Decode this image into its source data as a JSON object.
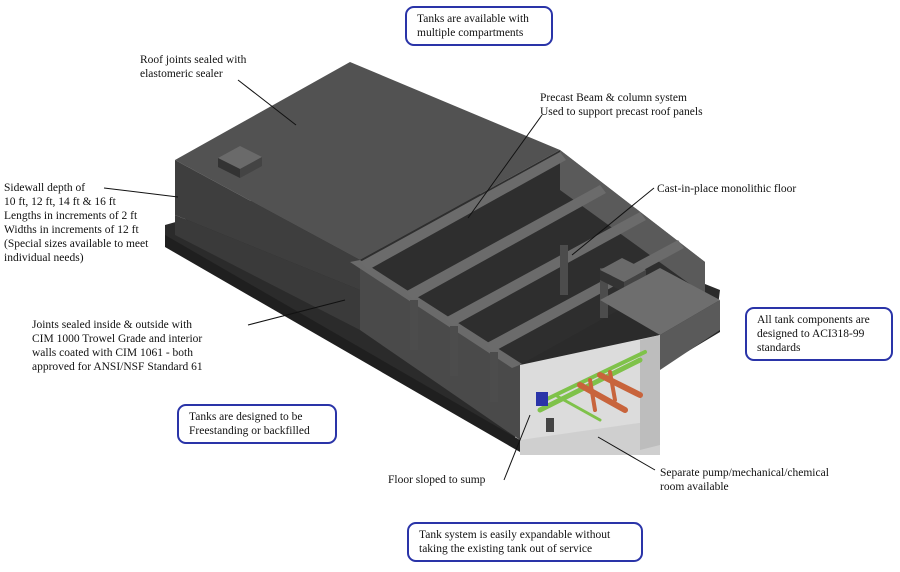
{
  "callouts": {
    "compartments": [
      "Tanks are available with",
      "multiple compartments"
    ],
    "aci": [
      "All tank components are",
      "designed to ACI318-99",
      "standards"
    ],
    "freestanding": [
      "Tanks are designed to be",
      "Freestanding or backfilled"
    ],
    "expandable": [
      "Tank system is easily expandable without",
      "taking the existing tank out of service"
    ]
  },
  "labels": {
    "roof_joints": [
      "Roof joints sealed with",
      "elastomeric sealer"
    ],
    "precast_beam": [
      "Precast Beam & column system",
      "Used to support precast roof panels"
    ],
    "sidewall": [
      "Sidewall depth of",
      "10 ft, 12 ft, 14 ft & 16 ft",
      "Lengths in increments of 2 ft",
      "Widths in increments of 12 ft",
      "(Special sizes available to meet",
      "individual needs)"
    ],
    "floor": [
      "Cast-in-place monolithic floor"
    ],
    "joints": [
      "Joints sealed inside & outside with",
      "CIM 1000 Trowel Grade and interior",
      "walls coated with CIM 1061 - both",
      "approved for ANSI/NSF Standard 61"
    ],
    "sump": [
      "Floor sloped to sump"
    ],
    "pump_room": [
      "Separate pump/mechanical/chemical",
      "room available"
    ]
  },
  "colors": {
    "callout_border": "#2a34a8",
    "tank_dark": "#3a3a3a",
    "tank_top": "#4d4d4d",
    "pipe_green": "#7fc24a",
    "pipe_copper": "#c8643c"
  }
}
